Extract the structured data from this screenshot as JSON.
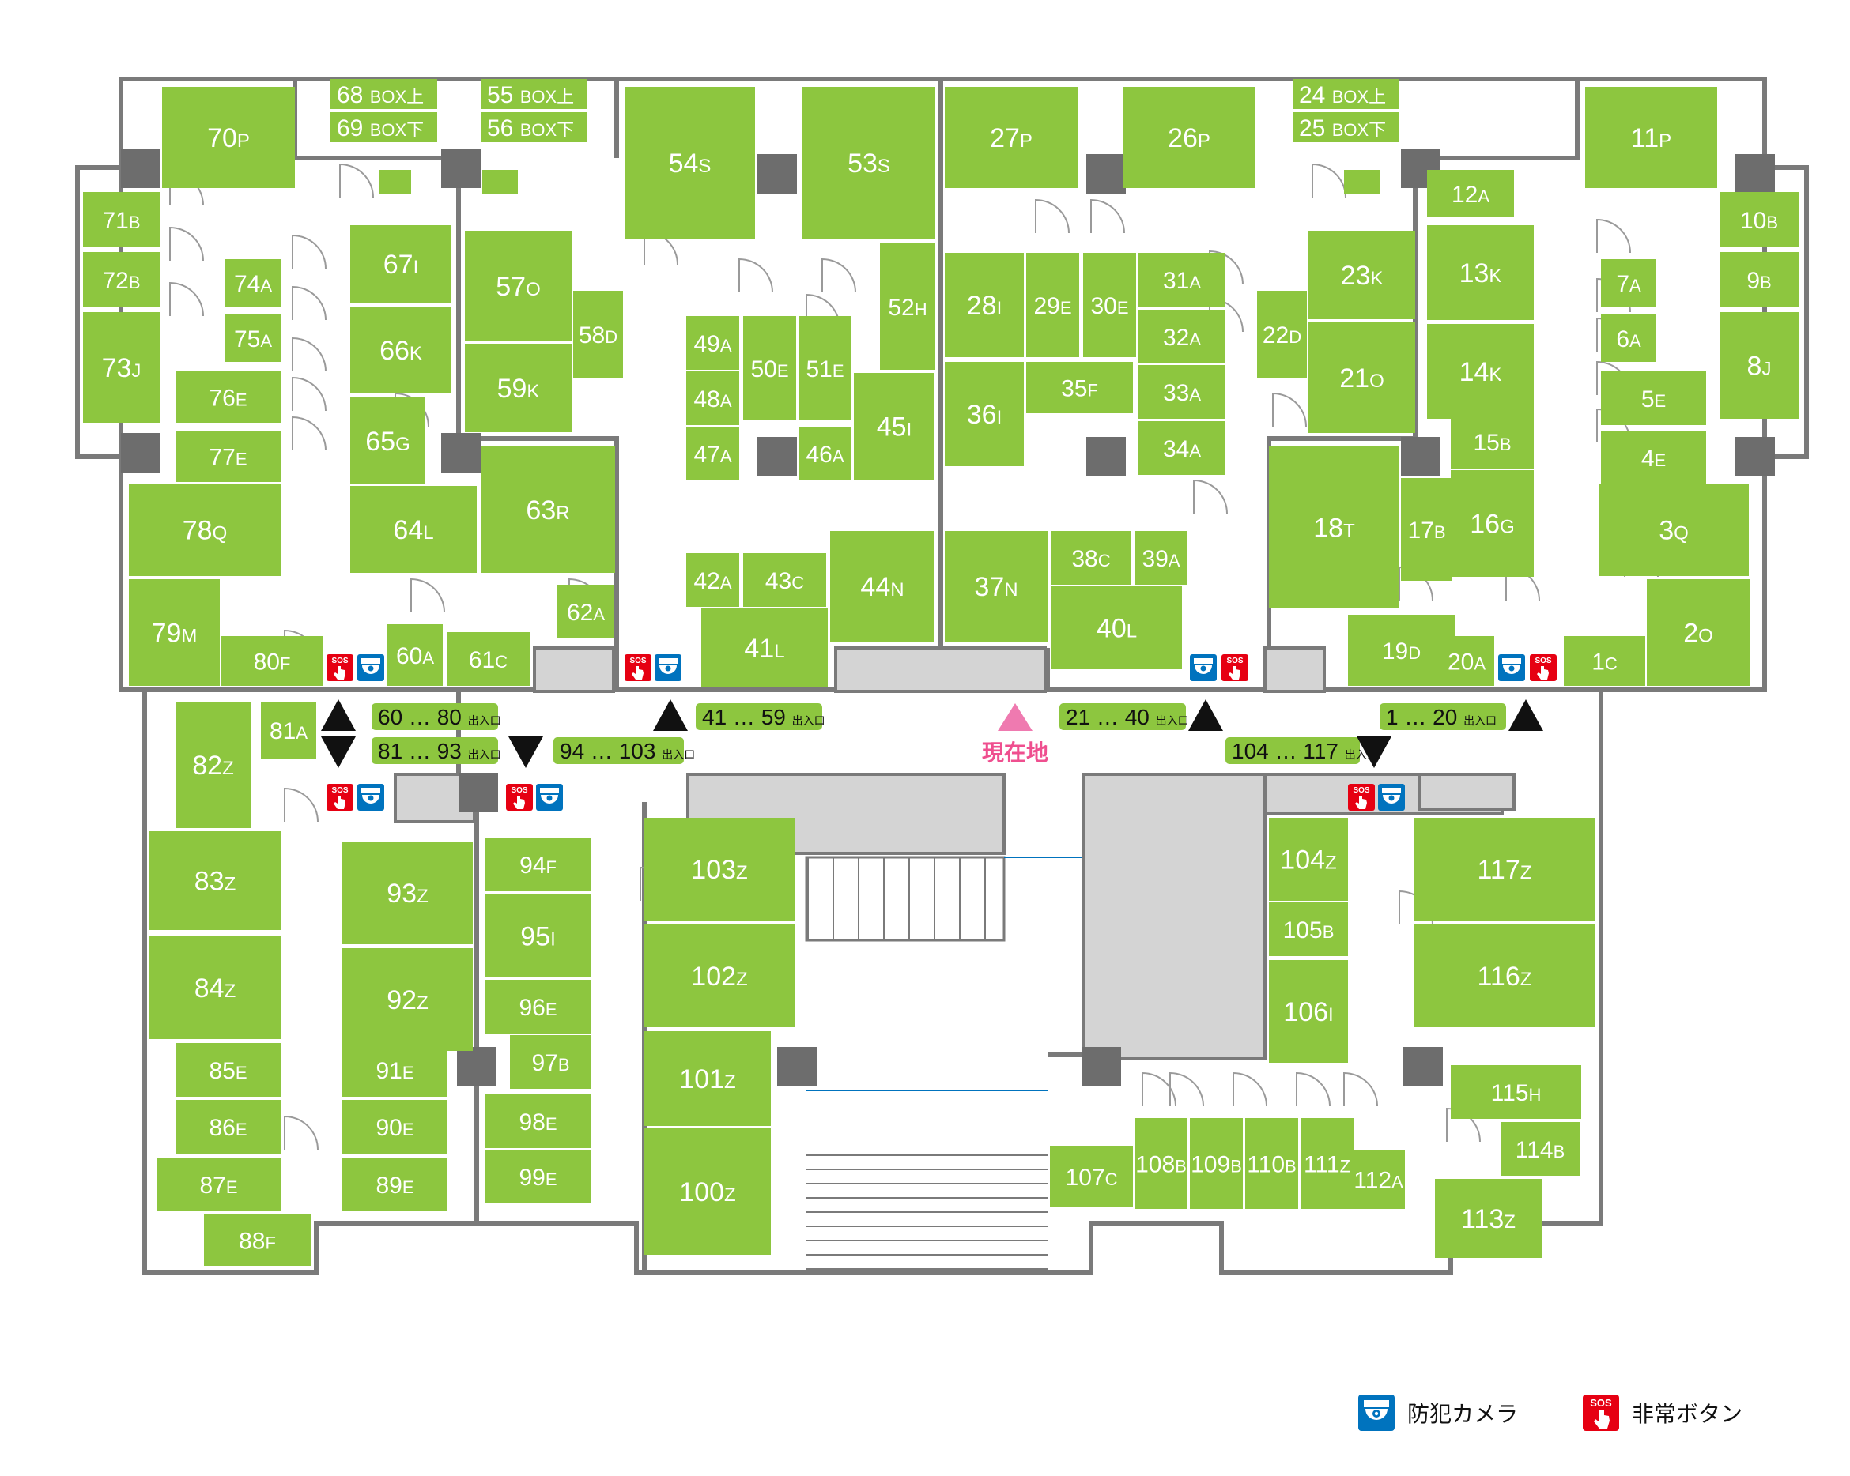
{
  "colors": {
    "unit": "#8dc63f",
    "wall": "#7a7a7a",
    "pillar": "#6d6d6d",
    "block": "#d4d4d4",
    "floor": "#ffffff",
    "gate_bar": "#8dc63f",
    "here_marker": "#ef7ab0",
    "sos_red": "#e60012",
    "camera_blue": "#0073be"
  },
  "here_label": "現在地",
  "legend": {
    "camera_label": "防犯カメラ",
    "sos_label": "非常ボタン",
    "sos_icon_text": "SOS"
  },
  "gates": [
    {
      "id": "g60",
      "from": "60",
      "sep": "…",
      "to": "80",
      "tag": "出入口",
      "dir": "up"
    },
    {
      "id": "g81",
      "from": "81",
      "sep": "…",
      "to": "93",
      "tag": "出入口",
      "dir": "down"
    },
    {
      "id": "g94",
      "from": "94",
      "sep": "…",
      "to": "103",
      "tag": "出入口",
      "dir": "down"
    },
    {
      "id": "g41",
      "from": "41",
      "sep": "…",
      "to": "59",
      "tag": "出入口",
      "dir": "up"
    },
    {
      "id": "g21",
      "from": "21",
      "sep": "…",
      "to": "40",
      "tag": "出入口",
      "dir": "up"
    },
    {
      "id": "g104",
      "from": "104",
      "sep": "…",
      "to": "117",
      "tag": "出入口",
      "dir": "down"
    },
    {
      "id": "g1",
      "from": "1",
      "sep": "…",
      "to": "20",
      "tag": "出入口",
      "dir": "up"
    }
  ],
  "boxes": [
    {
      "id": "b68",
      "num": "68",
      "txt": "BOX上"
    },
    {
      "id": "b69",
      "num": "69",
      "txt": "BOX下"
    },
    {
      "id": "b55",
      "num": "55",
      "txt": "BOX上"
    },
    {
      "id": "b56",
      "num": "56",
      "txt": "BOX下"
    },
    {
      "id": "b24",
      "num": "24",
      "txt": "BOX上"
    },
    {
      "id": "b25",
      "num": "25",
      "txt": "BOX下"
    }
  ],
  "units": [
    {
      "n": "70",
      "c": "P"
    },
    {
      "n": "71",
      "c": "B"
    },
    {
      "n": "72",
      "c": "B"
    },
    {
      "n": "73",
      "c": "J"
    },
    {
      "n": "74",
      "c": "A"
    },
    {
      "n": "75",
      "c": "A"
    },
    {
      "n": "76",
      "c": "E"
    },
    {
      "n": "77",
      "c": "E"
    },
    {
      "n": "78",
      "c": "Q"
    },
    {
      "n": "79",
      "c": "M"
    },
    {
      "n": "80",
      "c": "F"
    },
    {
      "n": "67",
      "c": "I"
    },
    {
      "n": "66",
      "c": "K"
    },
    {
      "n": "65",
      "c": "G"
    },
    {
      "n": "64",
      "c": "L"
    },
    {
      "n": "60",
      "c": "A"
    },
    {
      "n": "61",
      "c": "C"
    },
    {
      "n": "62",
      "c": "A"
    },
    {
      "n": "63",
      "c": "R"
    },
    {
      "n": "57",
      "c": "O"
    },
    {
      "n": "58",
      "c": "D"
    },
    {
      "n": "59",
      "c": "K"
    },
    {
      "n": "54",
      "c": "S"
    },
    {
      "n": "53",
      "c": "S"
    },
    {
      "n": "52",
      "c": "H"
    },
    {
      "n": "49",
      "c": "A"
    },
    {
      "n": "48",
      "c": "A"
    },
    {
      "n": "47",
      "c": "A"
    },
    {
      "n": "50",
      "c": "E"
    },
    {
      "n": "51",
      "c": "E"
    },
    {
      "n": "46",
      "c": "A"
    },
    {
      "n": "45",
      "c": "I"
    },
    {
      "n": "42",
      "c": "A"
    },
    {
      "n": "43",
      "c": "C"
    },
    {
      "n": "44",
      "c": "N"
    },
    {
      "n": "41",
      "c": "L"
    },
    {
      "n": "27",
      "c": "P"
    },
    {
      "n": "26",
      "c": "P"
    },
    {
      "n": "28",
      "c": "I"
    },
    {
      "n": "29",
      "c": "E"
    },
    {
      "n": "30",
      "c": "E"
    },
    {
      "n": "31",
      "c": "A"
    },
    {
      "n": "32",
      "c": "A"
    },
    {
      "n": "33",
      "c": "A"
    },
    {
      "n": "34",
      "c": "A"
    },
    {
      "n": "36",
      "c": "I"
    },
    {
      "n": "35",
      "c": "F"
    },
    {
      "n": "37",
      "c": "N"
    },
    {
      "n": "38",
      "c": "C"
    },
    {
      "n": "39",
      "c": "A"
    },
    {
      "n": "40",
      "c": "L"
    },
    {
      "n": "22",
      "c": "D"
    },
    {
      "n": "23",
      "c": "K"
    },
    {
      "n": "21",
      "c": "O"
    },
    {
      "n": "18",
      "c": "T"
    },
    {
      "n": "17",
      "c": "B"
    },
    {
      "n": "19",
      "c": "D"
    },
    {
      "n": "20",
      "c": "A"
    },
    {
      "n": "12",
      "c": "A"
    },
    {
      "n": "13",
      "c": "K"
    },
    {
      "n": "14",
      "c": "K"
    },
    {
      "n": "15",
      "c": "B"
    },
    {
      "n": "16",
      "c": "G"
    },
    {
      "n": "11",
      "c": "P"
    },
    {
      "n": "10",
      "c": "B"
    },
    {
      "n": "9",
      "c": "B"
    },
    {
      "n": "8",
      "c": "J"
    },
    {
      "n": "7",
      "c": "A"
    },
    {
      "n": "6",
      "c": "A"
    },
    {
      "n": "5",
      "c": "E"
    },
    {
      "n": "4",
      "c": "E"
    },
    {
      "n": "3",
      "c": "Q"
    },
    {
      "n": "2",
      "c": "O"
    },
    {
      "n": "1",
      "c": "C"
    },
    {
      "n": "82",
      "c": "Z"
    },
    {
      "n": "81",
      "c": "A"
    },
    {
      "n": "83",
      "c": "Z"
    },
    {
      "n": "84",
      "c": "Z"
    },
    {
      "n": "85",
      "c": "E"
    },
    {
      "n": "86",
      "c": "E"
    },
    {
      "n": "87",
      "c": "E"
    },
    {
      "n": "88",
      "c": "F"
    },
    {
      "n": "93",
      "c": "Z"
    },
    {
      "n": "92",
      "c": "Z"
    },
    {
      "n": "91",
      "c": "E"
    },
    {
      "n": "90",
      "c": "E"
    },
    {
      "n": "89",
      "c": "E"
    },
    {
      "n": "94",
      "c": "F"
    },
    {
      "n": "95",
      "c": "I"
    },
    {
      "n": "96",
      "c": "E"
    },
    {
      "n": "97",
      "c": "B"
    },
    {
      "n": "98",
      "c": "E"
    },
    {
      "n": "99",
      "c": "E"
    },
    {
      "n": "103",
      "c": "Z"
    },
    {
      "n": "102",
      "c": "Z"
    },
    {
      "n": "101",
      "c": "Z"
    },
    {
      "n": "100",
      "c": "Z"
    },
    {
      "n": "104",
      "c": "Z"
    },
    {
      "n": "105",
      "c": "B"
    },
    {
      "n": "106",
      "c": "I"
    },
    {
      "n": "117",
      "c": "Z"
    },
    {
      "n": "116",
      "c": "Z"
    },
    {
      "n": "115",
      "c": "H"
    },
    {
      "n": "114",
      "c": "B"
    },
    {
      "n": "113",
      "c": "Z"
    },
    {
      "n": "107",
      "c": "C"
    },
    {
      "n": "108",
      "c": "B"
    },
    {
      "n": "109",
      "c": "B"
    },
    {
      "n": "110",
      "c": "B"
    },
    {
      "n": "111",
      "c": "Z"
    },
    {
      "n": "112",
      "c": "A"
    }
  ]
}
